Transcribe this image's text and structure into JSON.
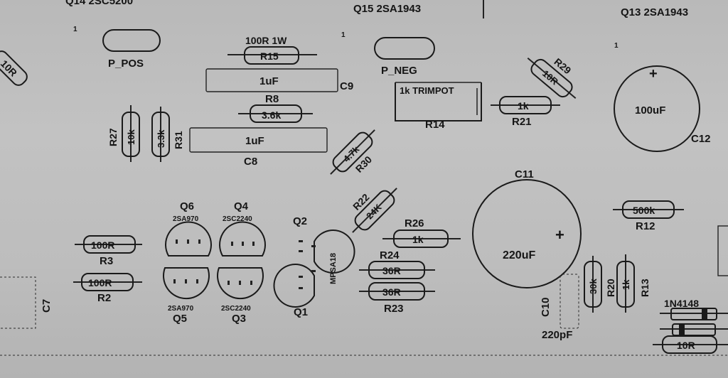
{
  "top_labels": {
    "q14": "Q14  2SC5200",
    "q15": "Q15   2SA1943",
    "q13": "Q13   2SA1943"
  },
  "pads": {
    "p_pos": "P_POS",
    "p_neg": "P_NEG"
  },
  "pin1_marks": {
    "a": "1",
    "b": "1",
    "c": "1"
  },
  "resistors": {
    "r15": {
      "value": "100R 1W",
      "ref": "R15"
    },
    "r8": {
      "value": "3.6k",
      "ref": "R8"
    },
    "r27": {
      "value": "10k",
      "ref": "R27"
    },
    "r31": {
      "value": "3.3k",
      "ref": "R31"
    },
    "r30": {
      "value": "4.7k",
      "ref": "R30"
    },
    "r29": {
      "value": "10R",
      "ref": "R29"
    },
    "r21": {
      "value": "1k",
      "ref": "R21"
    },
    "r22": {
      "value": "24K",
      "ref": "R22"
    },
    "r26": {
      "value": "1k",
      "ref": "R26"
    },
    "r24": {
      "value": "36R",
      "ref": "R24"
    },
    "r23": {
      "value": "36R",
      "ref": "R23"
    },
    "r3": {
      "value": "100R",
      "ref": "R3"
    },
    "r2": {
      "value": "100R",
      "ref": "R2"
    },
    "r12": {
      "value": "500k",
      "ref": "R12"
    },
    "r20": {
      "value": "30k",
      "ref": "R20"
    },
    "r13": {
      "value": "1k",
      "ref": "R13"
    },
    "r_left": {
      "value": "10R"
    },
    "r_bottom": {
      "value": "10R"
    }
  },
  "capacitors": {
    "c9": {
      "value": "1uF",
      "ref": "C9"
    },
    "c8": {
      "value": "1uF",
      "ref": "C8"
    },
    "c12": {
      "value": "100uF",
      "ref": "C12",
      "polarity": "+"
    },
    "c11": {
      "value": "220uF",
      "ref": "C11",
      "polarity": "+"
    },
    "c10": {
      "value": "220pF",
      "ref": "C10"
    },
    "c7": {
      "ref": "C7"
    }
  },
  "trimpot": {
    "value": "1k TRIMPOT",
    "ref": "R14"
  },
  "transistors": {
    "q6": {
      "ref": "Q6",
      "part": "2SA970"
    },
    "q4": {
      "ref": "Q4",
      "part": "2SC2240"
    },
    "q5": {
      "ref": "Q5",
      "part": "2SA970"
    },
    "q3": {
      "ref": "Q3",
      "part": "2SC2240"
    },
    "q2": {
      "ref": "Q2"
    },
    "q1": {
      "ref": "Q1"
    },
    "q_part": "MPSA18"
  },
  "diode": {
    "part": "1N4148"
  }
}
